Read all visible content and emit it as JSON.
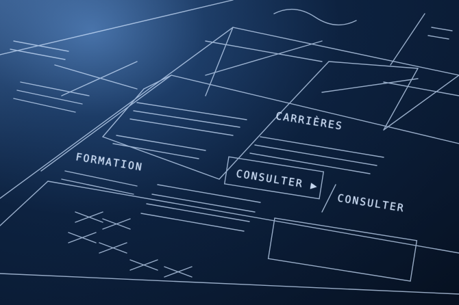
{
  "photo": {
    "subject": "blueprint-style UI wireframe sketch",
    "tint_color": "#1d3d68",
    "line_color": "#d9e9ff"
  },
  "labels": {
    "carrieres": "CARRIÈRES",
    "formation": "FORMATION",
    "consulter_1": "CONSULTER ▶",
    "consulter_2": "CONSULTER"
  }
}
